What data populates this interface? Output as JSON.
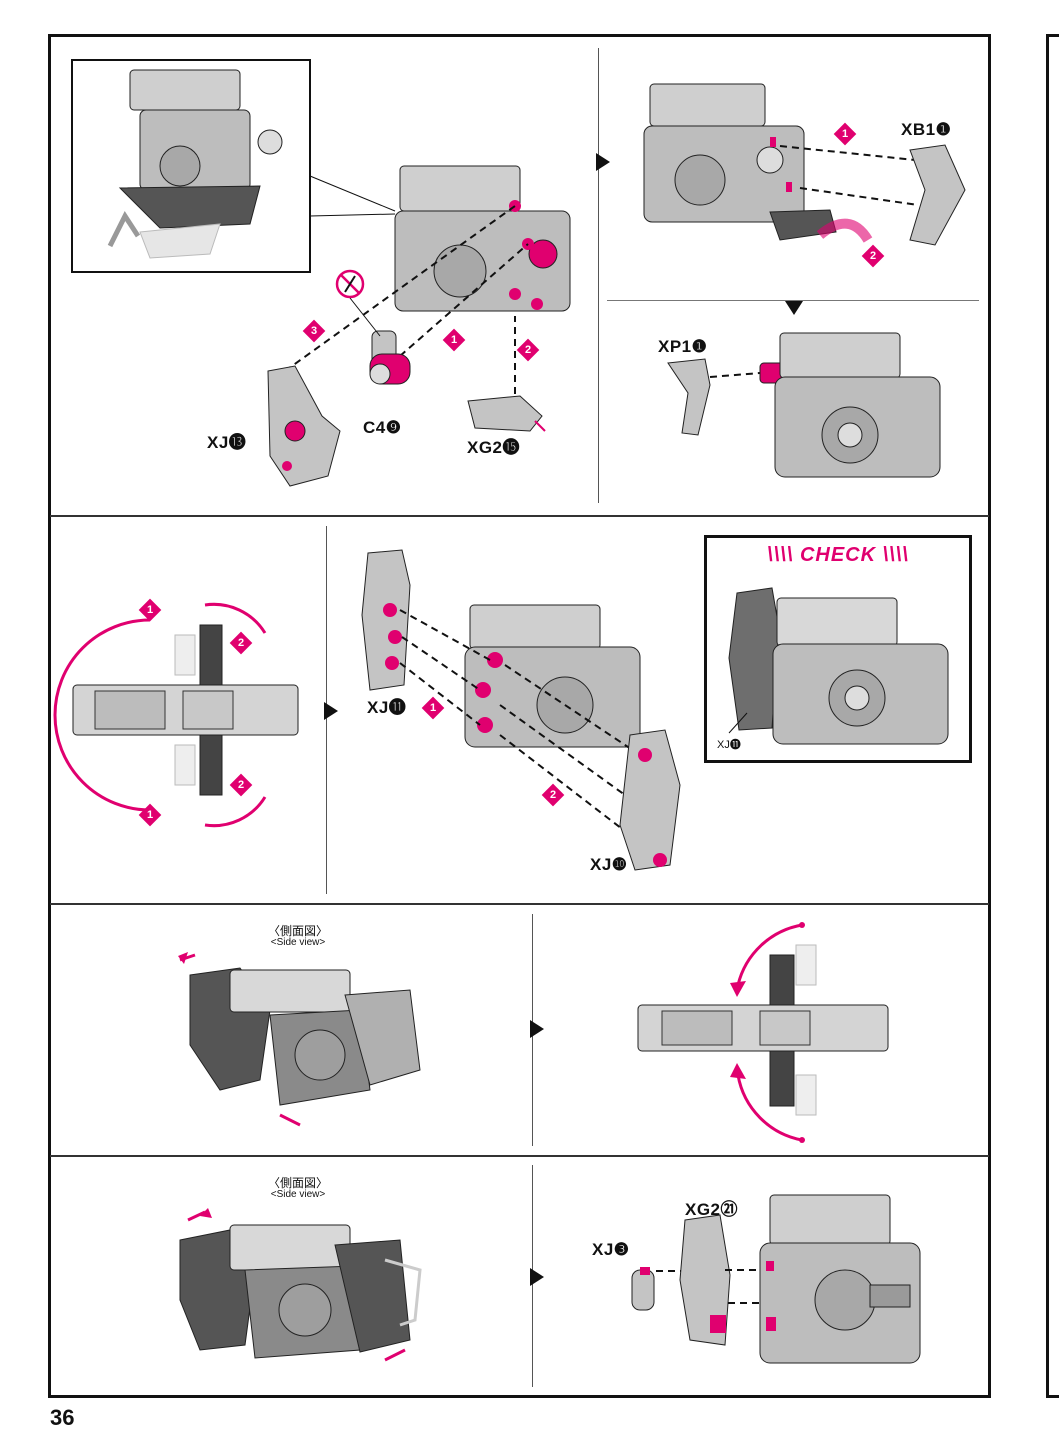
{
  "page_number": "36",
  "check_title": "\\\\\\\\ CHECK \\\\\\\\",
  "side_view_jp": "〈側面図〉",
  "side_view_en": "<Side view>",
  "parts": {
    "xj13": "XJ⓭",
    "c49": "C4❾",
    "xg215": "XG2⓯",
    "xb11": "XB1❶",
    "xp11": "XP1❶",
    "xj11": "XJ⓫",
    "xj10": "XJ❿",
    "xj11_check": "XJ⓫",
    "xg221": "XG2㉑",
    "xj3": "XJ❸"
  },
  "steps": {
    "s1": "1",
    "s2": "2",
    "s3": "3"
  },
  "colors": {
    "accent": "#e0006f",
    "line": "#111111",
    "part": "#bdbdbd",
    "part_dark": "#6e6e6e"
  }
}
